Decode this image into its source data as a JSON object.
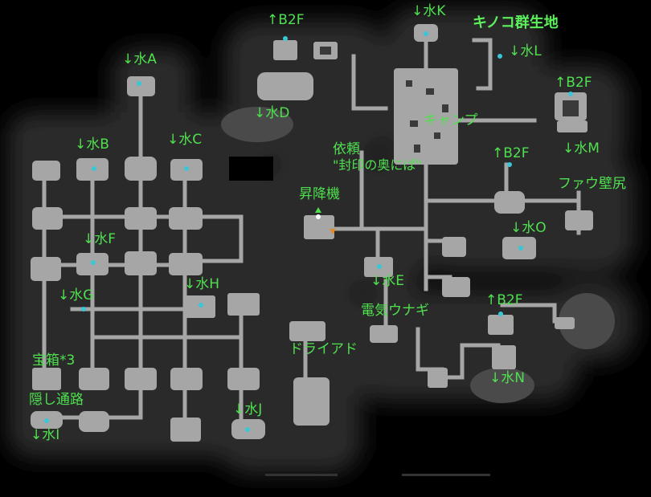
{
  "map": {
    "area_title": "キノコ群生地",
    "labels": {
      "up_b2f_top": "↑B2F",
      "water_k": "↓水K",
      "water_a": "↓水A",
      "water_l": "↓水L",
      "up_b2f_right": "↑B2F",
      "water_d": "↓水D",
      "camp": "キャンプ",
      "water_b": "↓水B",
      "water_c": "↓水C",
      "request": "依頼",
      "request_name": "\"封印の奥にぱ\"",
      "up_b2f_mid": "↑B2F",
      "water_m": "↓水M",
      "elevator": "昇降機",
      "fau_wall": "ファウ壁尻",
      "water_f": "↓水F",
      "water_o": "↓水O",
      "water_e": "↓水E",
      "water_h": "↓水H",
      "water_g": "↓水G",
      "up_b2f_low": "↑B2F",
      "electric_eel": "電気ウナギ",
      "dryad": "ドライアド",
      "treasure": "宝箱*3",
      "water_n": "↓水N",
      "hidden_path": "隠し通路",
      "water_j": "↓水J",
      "water_i": "↓水I"
    },
    "colors": {
      "background": "#000000",
      "fog": "#2a2a2a",
      "room": "#a6a6a6",
      "wall_dark": "#4a4a4a",
      "label": "#4fe04f",
      "marker": "#39c7d6",
      "elevator_arrow": "#e08a2a"
    }
  }
}
